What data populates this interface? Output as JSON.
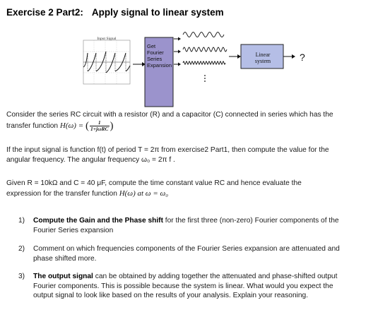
{
  "title": {
    "part": "Exercise 2 Part2:",
    "topic": "Apply signal to linear system"
  },
  "diagram": {
    "plot_title": "Input Signal",
    "fourier_box": [
      "Get",
      "Fourier",
      "Series",
      "Expansion"
    ],
    "system_box": [
      "Linear",
      "system"
    ],
    "output_symbol": "?",
    "colors": {
      "fourier_box": "#9b93cc",
      "system_box": "#b5bee6"
    }
  },
  "p1": {
    "text": "Consider the series RC circuit with a resistor (R) and a capacitor (C) connected in series which has the",
    "tf_prefix": "transfer function",
    "tf_lhs": "H(ω) =",
    "tf_num": "1",
    "tf_den": "1+jωRC"
  },
  "p2": {
    "line1": "If the input signal is function f(t) of period T = 2π  from exercise2 Part1, then compute the value for the",
    "line2": "angular frequency.  The angular frequency ω₀ = 2π f ."
  },
  "p3": {
    "line1": "Given R = 10kΩ and C = 40 μF,  compute the time constant value RC and hence evaluate the",
    "line2_a": "expression for the transfer function",
    "line2_b": "H(ω) at ω  =  ω₀"
  },
  "items": [
    {
      "num": "1)",
      "bold": "Compute the Gain and the Phase shift",
      "rest": " for the first three (non-zero) Fourier components of the",
      "line2": "Fourier Series expansion"
    },
    {
      "num": "2)",
      "line1": "Comment on which frequencies components of the Fourier Series expansion are attenuated and",
      "line2": "phase shifted more."
    },
    {
      "num": "3)",
      "bold": "The output signal",
      "rest": " can be obtained by adding together the attenuated and phase-shifted output",
      "line2": "Fourier components.  This is possible because the system is linear.  What would you expect the",
      "line3": "output signal to look like based on the results of your analysis.  Explain your reasoning."
    }
  ]
}
